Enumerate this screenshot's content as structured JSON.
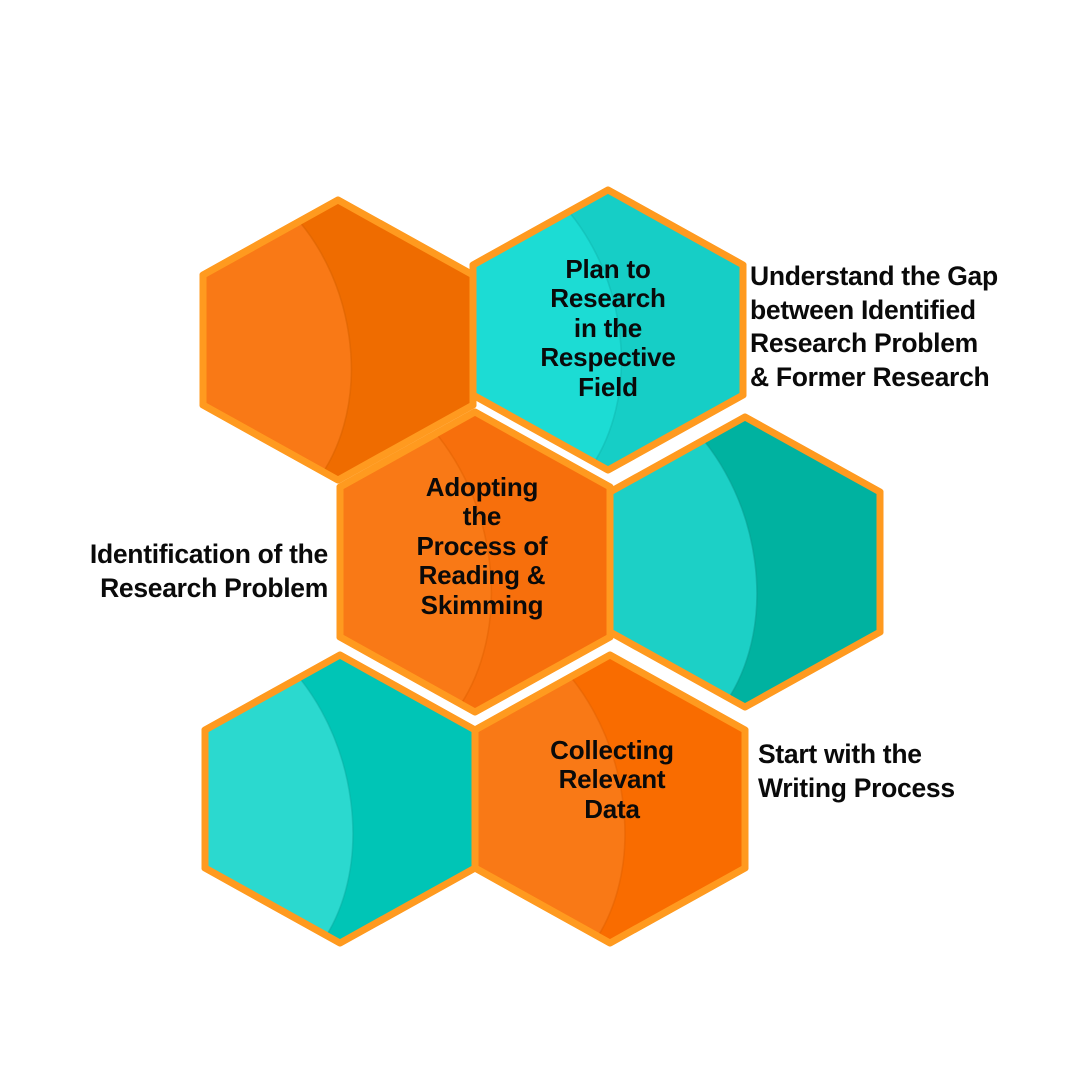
{
  "diagram": {
    "title_visible": false,
    "background_color": "#ffffff",
    "palette": {
      "orange_dark": "#ef6c00",
      "orange_light": "#f97916",
      "orange_border": "#ff9a1f",
      "teal_bright": "#1cdcd4",
      "teal_dark": "#00b2a0",
      "teal_mid": "#16c9bd",
      "text_color": "#0a0a0a",
      "gap_color": "#ffffff"
    },
    "hexagons": [
      {
        "id": "hex-top-left",
        "name": "identification-of-the-research-problem",
        "fill": "orange",
        "label": "",
        "has_inner_label": false
      },
      {
        "id": "hex-top-right",
        "name": "plan-to-research-in-the-respective-field",
        "fill": "teal",
        "label": "Plan to\nResearch\nin the\nRespective\nField",
        "has_inner_label": true
      },
      {
        "id": "hex-center",
        "name": "adopting-the-process-of-reading-and-skimming",
        "fill": "orange",
        "label": "Adopting\nthe\nProcess of\nReading &\nSkimming",
        "has_inner_label": true
      },
      {
        "id": "hex-right",
        "name": "understand-the-gap",
        "fill": "teal",
        "label": "",
        "has_inner_label": false
      },
      {
        "id": "hex-bottom-left",
        "name": "bottom-left-blank",
        "fill": "teal",
        "label": "",
        "has_inner_label": false
      },
      {
        "id": "hex-bottom-right",
        "name": "collecting-relevant-data",
        "fill": "orange",
        "label": "Collecting\nRelevant\nData",
        "has_inner_label": true
      }
    ],
    "side_labels": [
      {
        "id": "label-understand-gap",
        "name": "label-understand-the-gap",
        "text": "Understand the Gap\nbetween Identified\nResearch Problem\n& Former Research",
        "align": "left"
      },
      {
        "id": "label-identification",
        "name": "label-identification-of-the-research-problem",
        "text": "Identification of the\nResearch Problem",
        "align": "right"
      },
      {
        "id": "label-writing-process",
        "name": "label-start-with-the-writing-process",
        "text": "Start with the\nWriting Process",
        "align": "left"
      }
    ]
  }
}
